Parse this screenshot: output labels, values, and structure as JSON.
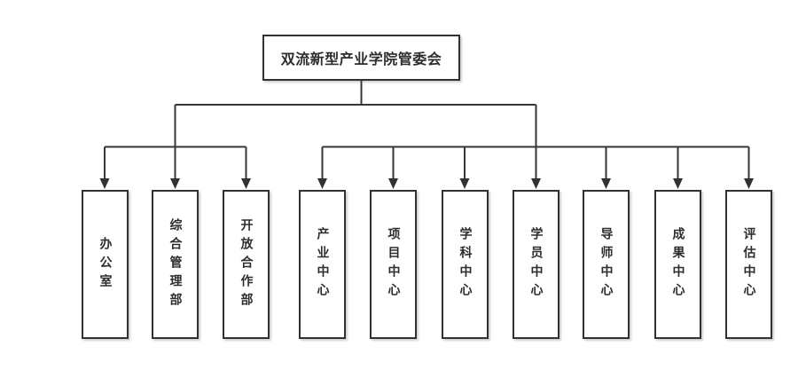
{
  "diagram": {
    "type": "org-chart",
    "root": {
      "label": "双流新型产业学院管委会"
    },
    "departments": [
      {
        "label": "办公室"
      },
      {
        "label": "综合管理部"
      },
      {
        "label": "开放合作部"
      },
      {
        "label": "产业中心"
      },
      {
        "label": "项目中心"
      },
      {
        "label": "学科中心"
      },
      {
        "label": "学员中心"
      },
      {
        "label": "导师中心"
      },
      {
        "label": "成果中心"
      },
      {
        "label": "评估中心"
      }
    ],
    "groups": [
      {
        "children": [
          "办公室",
          "综合管理部",
          "开放合作部"
        ]
      },
      {
        "children": [
          "产业中心",
          "项目中心",
          "学科中心",
          "学员中心",
          "导师中心",
          "成果中心",
          "评估中心"
        ]
      }
    ],
    "colors": {
      "background": "#ffffff",
      "line": "#33373a",
      "border": "#2e3235",
      "text": "#2b2e30"
    }
  }
}
